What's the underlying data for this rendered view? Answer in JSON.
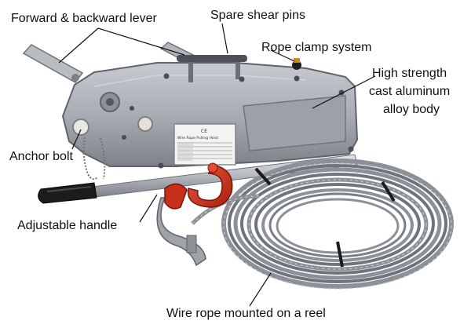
{
  "labels": {
    "lever": "Forward & backward lever",
    "pins": "Spare shear pins",
    "clamp": "Rope clamp system",
    "body_line1": "High strength",
    "body_line2": "cast aluminum",
    "body_line3": "alloy body",
    "anchor": "Anchor bolt",
    "handle": "Adjustable handle",
    "rope": "Wire rope mounted on a reel"
  },
  "plate": {
    "mark": "CE",
    "title": "Wire Rope Pulling Hoist"
  },
  "colors": {
    "body": "#a9adb3",
    "hook": "#d0321e",
    "grip": "#1a1a1a",
    "rope": "#8c9197"
  }
}
